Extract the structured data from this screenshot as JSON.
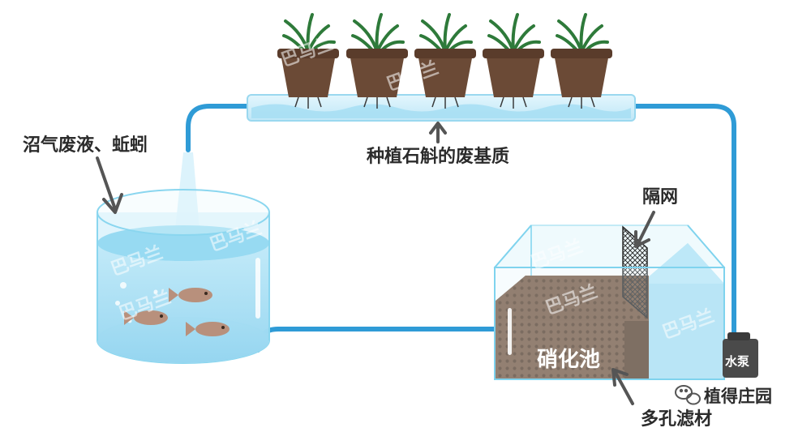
{
  "labels": {
    "biogas_input": "沼气废液、蚯蚓",
    "substrate": "种植石斛的废基质",
    "screen": "隔网",
    "nitrification_tank": "硝化池",
    "pump": "水泵",
    "porous_filter": "多孔滤材"
  },
  "brand": {
    "name": "植得庄园"
  },
  "watermark": {
    "text": "巴马兰"
  },
  "colors": {
    "pipe": "#2f9bd6",
    "water_light": "#cdeefa",
    "water": "#9fdcf2",
    "tank_edge": "#7fd3ee",
    "pot": "#6b4a36",
    "grass": "#2e7a3a",
    "fish": "#b8907c",
    "filter": "#7a5a44",
    "pump": "#4a4a4a"
  }
}
